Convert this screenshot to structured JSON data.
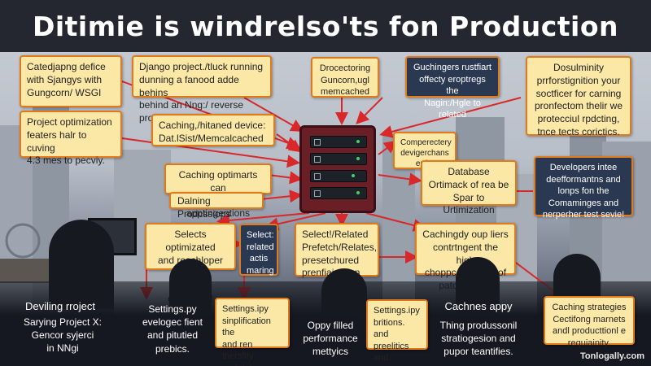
{
  "title": "Ditimie is windrelso'ts fon Production",
  "boxes": {
    "b1": "Catedjapng defice\nwith Sjangys with\nGungcorn/ WSGI",
    "b2": "Django project./tluck running\ndunning a fanood adde behins\nbehind an Nng:/ reverse provy.",
    "b3": "Drocectoring\nGuncorn,ugl\nmemcached",
    "b4": "Guchingers rustfiart\noffecty eroptregs the\nNagin:/Hgle to related",
    "b5": "Dosulminity\nprrforstignition your\nsoctficer for carning\npronfectom thelir we\nprotecciul rpdcting,\ntnce tects corictics.",
    "b6": "Project optimization\nfeaters halr to cuving\n4.3 mes to pecviy.",
    "b7": "Caching,/hitaned device:\nDat.lSist/Memcalcached",
    "b8": "Comperectery\ndevigerchans\nerrity",
    "b9": "Database\nOrtimack of rea be\nSpar to Urtimization",
    "b10": "Developers intee\ndeefformantns and\nlonps fon the\nComaminges and\nnerperher test sevie!",
    "b11": "Caching optimarts can\nrecess apptingentions",
    "b12": "Dalning Prodcssiops",
    "b13": "Selects optimizated\nand reachloper that\npratsted-ecmoment",
    "b14": "Select:\nrelated\nactis\nmaring",
    "b15": "Select!/Related\nPrefetch/Relates,\npresetchured\nprenfiaization",
    "b16": "Cachingdy oup liers\ncontrtngent the high\nchoppcentil erits of\npatoressoca",
    "b17": "Settings.ipy\nsinplification the\nand ren thersfity\nprefetch roving",
    "b18": "Settings.ipy\nbritions. and\npreelitics and\nceroltics.",
    "b19": "Caching strategies\nCectifong marnets\nandl producttionl e\nrequiainity."
  },
  "bottom_texts": {
    "t1": "Deviling rroject",
    "t2": "Sarying Project X:\nGencor syjerci\nin NNgi",
    "t3": "Settings.py\nevelogec fient\nand pitutied\nprebics.",
    "t4": "Oppy filled\nperformance\nmettyics",
    "t5": "Cachnes appy",
    "t6": "Thing produssonil\nstratiogesion and\npupor teantifies."
  },
  "watermark": "Tonlogally.com",
  "colors": {
    "box_fill": "#fbe8a6",
    "box_border": "#e07a1a",
    "arrow": "#d8282a",
    "server": "#6a1f27",
    "title_bar": "#24272f"
  }
}
